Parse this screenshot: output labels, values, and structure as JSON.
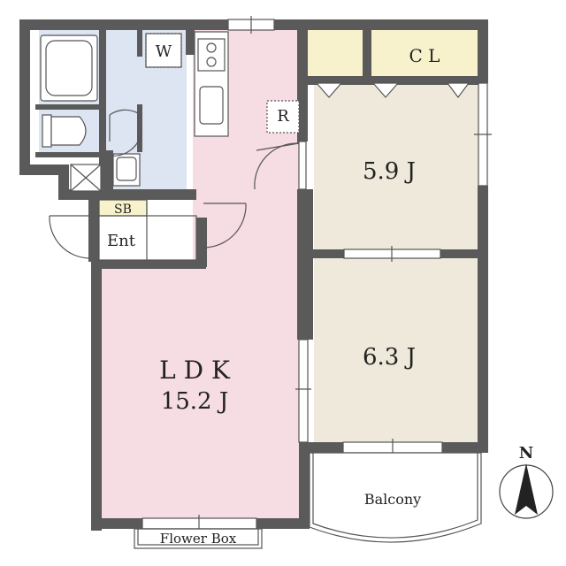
{
  "rooms": {
    "ldk_label": "L D K",
    "ldk_size": "15.2 J",
    "bedroom1_size": "5.9 J",
    "bedroom2_size": "6.3 J",
    "closet": "C L",
    "washer": "W",
    "refrigerator": "R",
    "shoe_box": "SB",
    "entrance": "Ent",
    "balcony": "Balcony",
    "flower_box": "Flower Box"
  },
  "compass": {
    "north": "N"
  },
  "colors": {
    "wall": "#5a5a5a",
    "ldk_floor": "#f6dce3",
    "bedroom_floor": "#eee9da",
    "wet_area_floor": "#dde4f2",
    "closet_floor": "#f8f2cc",
    "entrance_floor": "#ffffff"
  }
}
